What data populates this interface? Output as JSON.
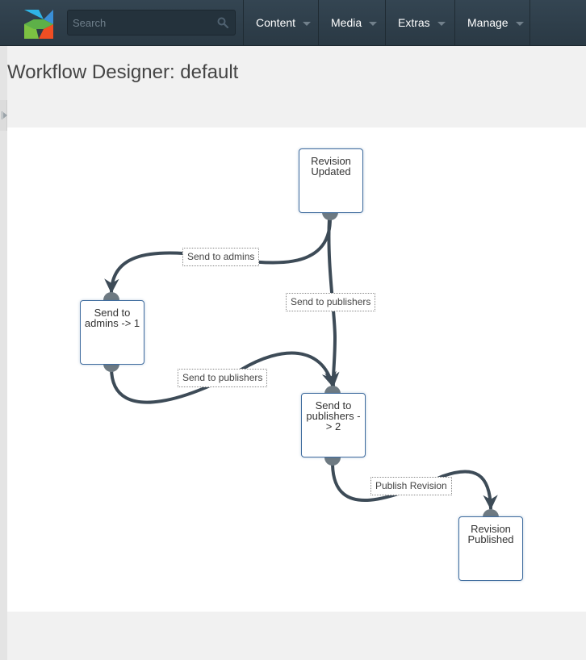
{
  "header": {
    "logo": "modx-logo-icon",
    "search": {
      "placeholder": "Search",
      "value": ""
    },
    "nav": [
      {
        "label": "Content"
      },
      {
        "label": "Media"
      },
      {
        "label": "Extras"
      },
      {
        "label": "Manage"
      }
    ]
  },
  "page": {
    "title": "Workflow Designer: default"
  },
  "workflow": {
    "nodes": [
      {
        "id": "revision-updated",
        "label": "Revision Updated"
      },
      {
        "id": "send-to-admins",
        "label": "Send to admins -> 1"
      },
      {
        "id": "send-to-publishers",
        "label": "Send to publishers -> 2"
      },
      {
        "id": "revision-published",
        "label": "Revision Published"
      }
    ],
    "transitions": [
      {
        "label": "Send to admins",
        "from": "revision-updated",
        "to": "send-to-admins"
      },
      {
        "label": "Send to publishers",
        "from": "revision-updated",
        "to": "send-to-publishers"
      },
      {
        "label": "Send to publishers",
        "from": "send-to-admins",
        "to": "send-to-publishers"
      },
      {
        "label": "Publish Revision",
        "from": "send-to-publishers",
        "to": "revision-published"
      }
    ],
    "colors": {
      "wire": "#3d4b57",
      "node_border": "#3f6c9e",
      "connector": "#6e7a82"
    }
  }
}
